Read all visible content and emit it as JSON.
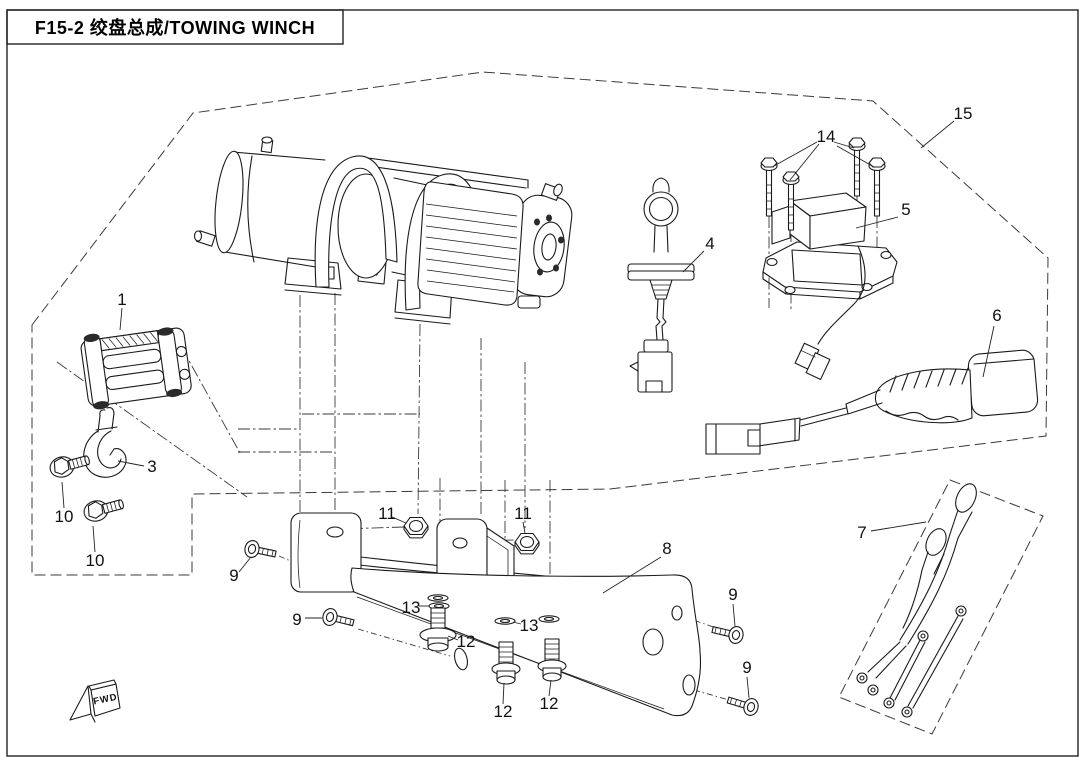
{
  "colors": {
    "line": "#1a1a1a",
    "construction": "#3a3a3a",
    "background": "#ffffff"
  },
  "title_block": {
    "text": "F15-2 绞盘总成/TOWING WINCH"
  },
  "direction_indicator": {
    "label": "FWD"
  },
  "callouts": [
    {
      "label": "1"
    },
    {
      "label": "3"
    },
    {
      "label": "4"
    },
    {
      "label": "5"
    },
    {
      "label": "6"
    },
    {
      "label": "7"
    },
    {
      "label": "8"
    },
    {
      "label": "9"
    },
    {
      "label": "9"
    },
    {
      "label": "9"
    },
    {
      "label": "9"
    },
    {
      "label": "10"
    },
    {
      "label": "10"
    },
    {
      "label": "11"
    },
    {
      "label": "11"
    },
    {
      "label": "12"
    },
    {
      "label": "12"
    },
    {
      "label": "12"
    },
    {
      "label": "13"
    },
    {
      "label": "13"
    },
    {
      "label": "14"
    },
    {
      "label": "15"
    }
  ]
}
